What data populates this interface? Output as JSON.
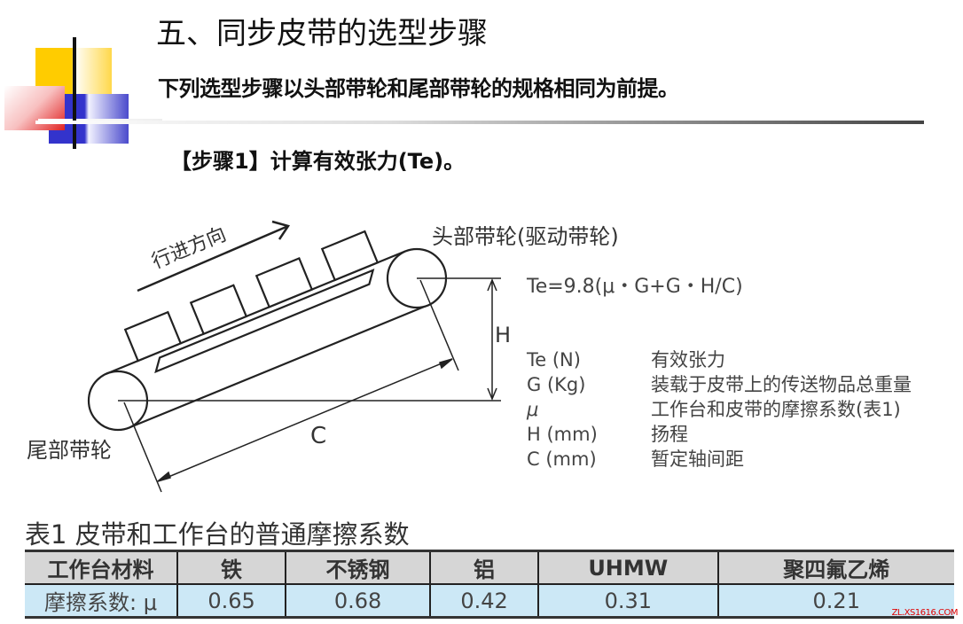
{
  "slide": {
    "title": "五、同步皮带的选型步骤",
    "subtitle": "下列选型步骤以头部带轮和尾部带轮的规格相同为前提。",
    "step": "【步骤1】计算有效张力(Te)。"
  },
  "diagram": {
    "direction_label": "行进方向",
    "head_pulley_label": "头部带轮(驱动带轮)",
    "tail_pulley_label": "尾部带轮",
    "h_label": "H",
    "c_label": "C",
    "formula": "Te=9.8(μ・G+G・H/C)",
    "legend": [
      {
        "symbol": "Te (N)",
        "meaning": "有效张力"
      },
      {
        "symbol": "G  (Kg)",
        "meaning": "装载于皮带上的传送物品总重量"
      },
      {
        "symbol": "μ",
        "meaning": "工作台和皮带的摩擦系数(表1)"
      },
      {
        "symbol": "H  (mm)",
        "meaning": "扬程"
      },
      {
        "symbol": "C  (mm)",
        "meaning": "暂定轴间距"
      }
    ]
  },
  "table": {
    "caption": "表1  皮带和工作台的普通摩擦系数",
    "headers": [
      "工作台材料",
      "铁",
      "不锈钢",
      "铝",
      "UHMW",
      "聚四氟乙烯"
    ],
    "row": [
      "摩擦系数: μ",
      "0.65",
      "0.68",
      "0.42",
      "0.31",
      "0.21"
    ]
  },
  "watermark": "ZL.XS1616.COM",
  "colors": {
    "header_bg": "#d6d6d6",
    "row_bg": "#cce8f6",
    "logo_yellow": "#ffcc00",
    "logo_blue": "#3333cc",
    "logo_red": "#e02020"
  }
}
